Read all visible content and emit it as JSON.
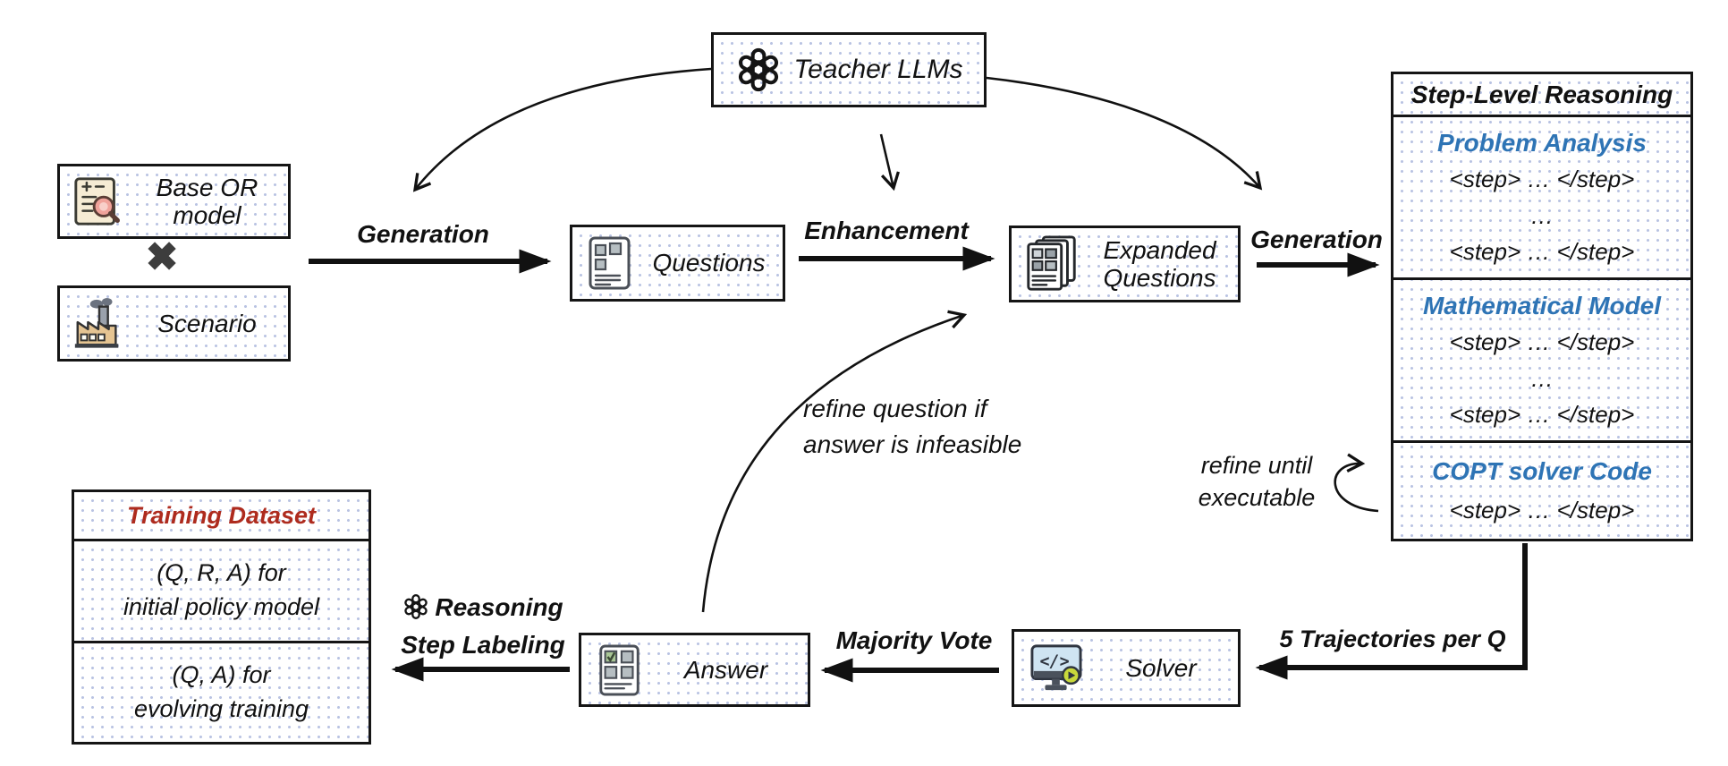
{
  "nodes": {
    "teacher_llms": {
      "label": "Teacher LLMs"
    },
    "base_or_model": {
      "line1": "Base OR",
      "line2": "model"
    },
    "cross_operator": "✖",
    "scenario": {
      "label": "Scenario"
    },
    "questions": {
      "label": "Questions"
    },
    "expanded_questions": {
      "line1": "Expanded",
      "line2": "Questions"
    },
    "solver": {
      "label": "Solver"
    },
    "answer": {
      "label": "Answer"
    }
  },
  "step_level_reasoning": {
    "title": "Step-Level Reasoning",
    "sections": [
      {
        "heading": "Problem Analysis",
        "lines": [
          "<step> … </step>",
          "…",
          "<step> … </step>"
        ]
      },
      {
        "heading": "Mathematical Model",
        "lines": [
          "<step> … </step>",
          "…",
          "<step> … </step>"
        ]
      },
      {
        "heading": "COPT solver Code",
        "lines": [
          "<step> … </step>"
        ]
      }
    ]
  },
  "training_dataset": {
    "title": "Training Dataset",
    "rows": [
      {
        "line1": "(Q, R, A) for",
        "line2": "initial policy model"
      },
      {
        "line1": "(Q, A) for",
        "line2": "evolving training"
      }
    ]
  },
  "edges": {
    "generation_1": "Generation",
    "enhancement": "Enhancement",
    "generation_2": "Generation",
    "five_trajectories": "5 Trajectories per Q",
    "majority_vote": "Majority Vote",
    "reasoning_step_labeling_line1": "Reasoning",
    "reasoning_step_labeling_line2": "Step Labeling",
    "refine_question_line1": "refine question if",
    "refine_question_line2": "answer is infeasible",
    "refine_executable_line1": "refine until",
    "refine_executable_line2": "executable"
  },
  "colors": {
    "section_heading_blue": "#2E74B5",
    "training_title_red": "#AE2B1E",
    "dot_pattern_blue": "#b9c3e2",
    "diagram_ink": "#111111"
  }
}
